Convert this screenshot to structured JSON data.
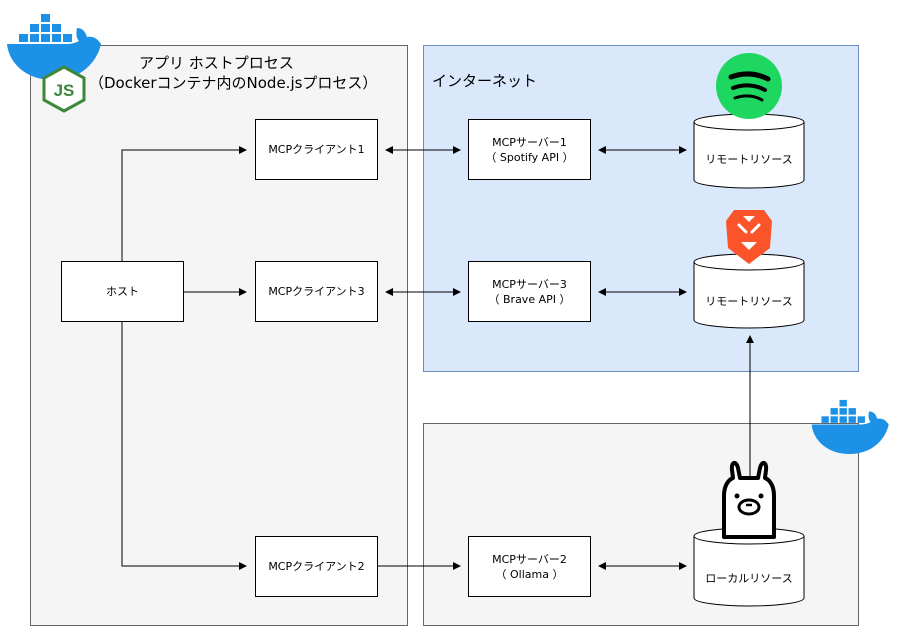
{
  "regions": {
    "host_title_line1": "アプリ ホストプロセス",
    "host_title_line2": "（Dockerコンテナ内のNode.jsプロセス）",
    "internet_title": "インターネット"
  },
  "nodes": {
    "host": "ホスト",
    "client1": "MCPクライアント1",
    "client3": "MCPクライアント3",
    "client2": "MCPクライアント2",
    "server1_line1": "MCPサーバー1",
    "server1_line2": "（ Spotify API ）",
    "server3_line1": "MCPサーバー3",
    "server3_line2": "（ Brave API ）",
    "server2_line1": "MCPサーバー2",
    "server2_line2": "（ Ollama ）",
    "remote1": "リモートリソース",
    "remote3": "リモートリソース",
    "local": "ローカルリソース"
  },
  "nodejs_logo_text": "JS",
  "icons": [
    "docker-icon",
    "nodejs-icon",
    "spotify-icon",
    "brave-icon",
    "ollama-icon"
  ],
  "colors": {
    "internet_fill": "#dae8fc",
    "internet_stroke": "#6c8ebf",
    "region_fill": "#f5f5f5",
    "docker_blue": "#1d91e6",
    "spotify_green": "#1ed760",
    "brave_orange": "#fb542b",
    "nodejs_green": "#3c873a"
  }
}
